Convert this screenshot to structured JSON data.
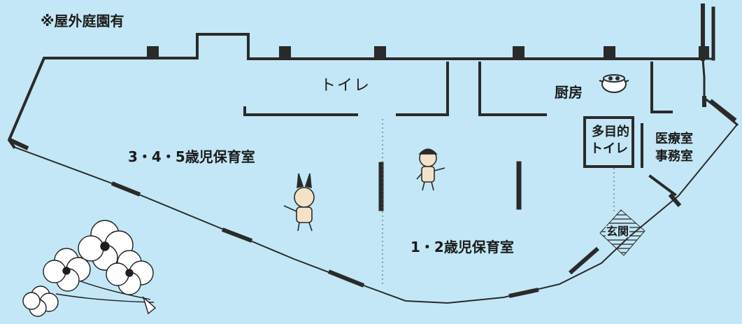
{
  "header": {
    "note": "※屋外庭園有"
  },
  "rooms": {
    "toilet": "トイレ",
    "kitchen": "厨房",
    "multipurpose_toilet_line1": "多目的",
    "multipurpose_toilet_line2": "トイレ",
    "medical_room": "医療室",
    "office": "事務室",
    "room_345": "3・4・5歳児保育室",
    "room_12": "1・2歳児保育室",
    "entrance": "玄関"
  },
  "icons": [
    "cooking-pot-icon",
    "child-figure-icon",
    "rabbit-child-icon",
    "cherry-blossom-icon"
  ],
  "colors": {
    "background": "#c3e7f6",
    "line": "#2a2a2a"
  }
}
